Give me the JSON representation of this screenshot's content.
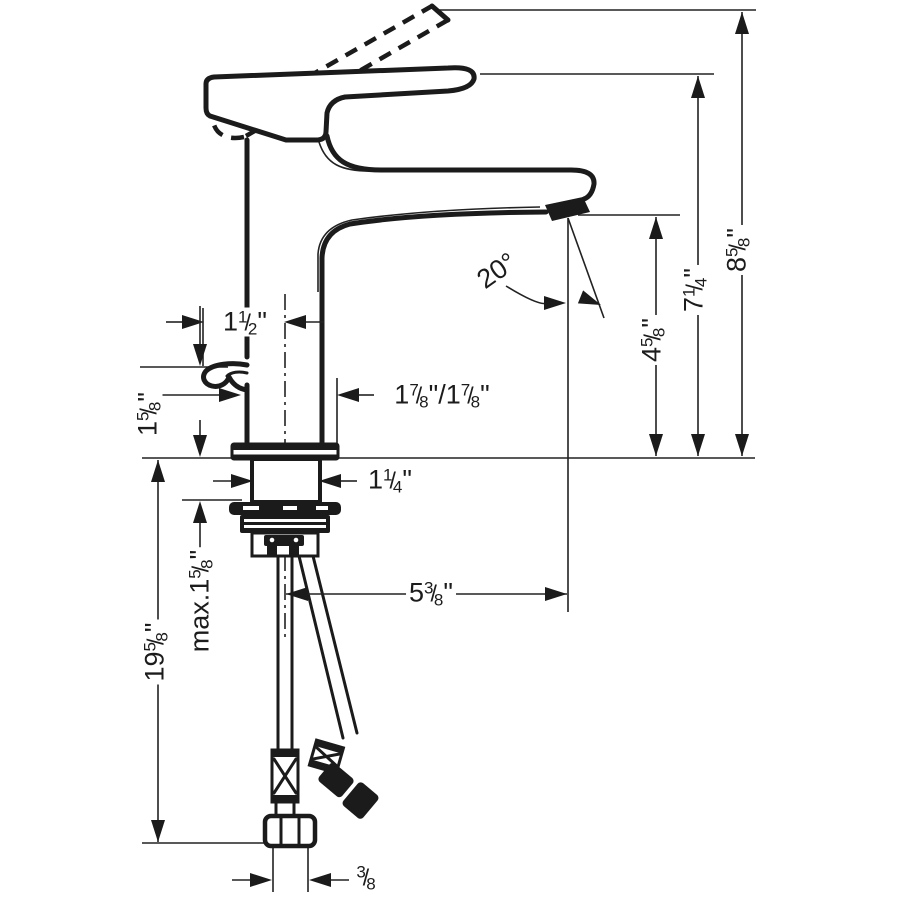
{
  "drawing": {
    "type": "technical-dimension-drawing",
    "subject": "single-hole-faucet-side-view",
    "colors": {
      "line": "#1b1b1b",
      "background": "#ffffff"
    }
  },
  "dims": {
    "overall_height": {
      "whole": "8",
      "num": "5",
      "den": "8",
      "post": "\""
    },
    "handle_height": {
      "whole": "7",
      "num": "1",
      "den": "4",
      "post": "\""
    },
    "spout_height": {
      "whole": "4",
      "num": "5",
      "den": "8",
      "post": "\""
    },
    "angle": "20°",
    "handle_reach": {
      "whole": "1",
      "num": "1",
      "den": "2",
      "post": "\""
    },
    "hook_height": {
      "whole": "1",
      "num": "5",
      "den": "8",
      "post": "\""
    },
    "body_depth_pair": {
      "parts": [
        {
          "whole": "1",
          "num": "7",
          "den": "8",
          "post": "\""
        },
        {
          "text": "/"
        },
        {
          "whole": "1",
          "num": "7",
          "den": "8",
          "post": "\""
        }
      ]
    },
    "shank_diameter": {
      "whole": "1",
      "num": "1",
      "den": "4",
      "post": "\""
    },
    "spout_reach": {
      "whole": "5",
      "num": "3",
      "den": "8",
      "post": "\""
    },
    "max_deck_thickness": {
      "pre": "max.",
      "whole": "1",
      "num": "5",
      "den": "8",
      "post": "\""
    },
    "hose_length": {
      "whole": "19",
      "num": "5",
      "den": "8",
      "post": "\""
    },
    "hose_connection": {
      "num": "3",
      "den": "8"
    }
  }
}
